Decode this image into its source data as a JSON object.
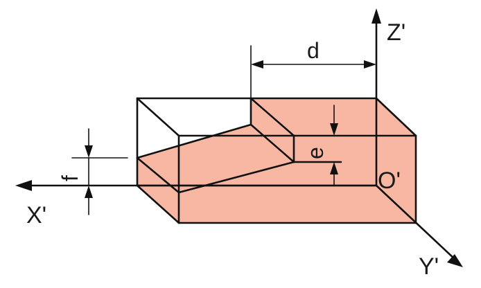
{
  "labels": {
    "axis_x": "X'",
    "axis_y": "Y'",
    "axis_z": "Z'",
    "origin": "O'",
    "dim_d": "d",
    "dim_e": "e",
    "dim_f": "f"
  },
  "colors": {
    "fill": "#f7b7a3",
    "line": "#111111",
    "background": "#ffffff"
  }
}
